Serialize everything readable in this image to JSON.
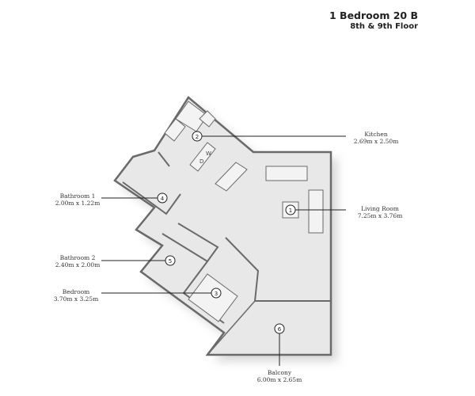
{
  "header": {
    "title": "1 Bedroom 20 B",
    "subtitle": "8th & 9th Floor"
  },
  "rooms": [
    {
      "number": "1",
      "name": "Living Room",
      "size": "7.25m x 3.76m"
    },
    {
      "number": "2",
      "name": "Kitchen",
      "size": "2.69m x 2.50m"
    },
    {
      "number": "3",
      "name": "Bedroom",
      "size": "3.70m x 3.25m"
    },
    {
      "number": "4",
      "name": "Bathroom 1",
      "size": "2.00m x 1.22m"
    },
    {
      "number": "5",
      "name": "Bathroom 2",
      "size": "2.40m x 2.00m"
    },
    {
      "number": "6",
      "name": "Balcony",
      "size": "6.00m x 2.65m"
    }
  ],
  "appliance_labels": {
    "dishwasher_d": "D",
    "dishwasher_w": "W"
  },
  "colors": {
    "floor": "#e6e6e6",
    "wall": "#6a6a6a",
    "line": "#222222"
  }
}
